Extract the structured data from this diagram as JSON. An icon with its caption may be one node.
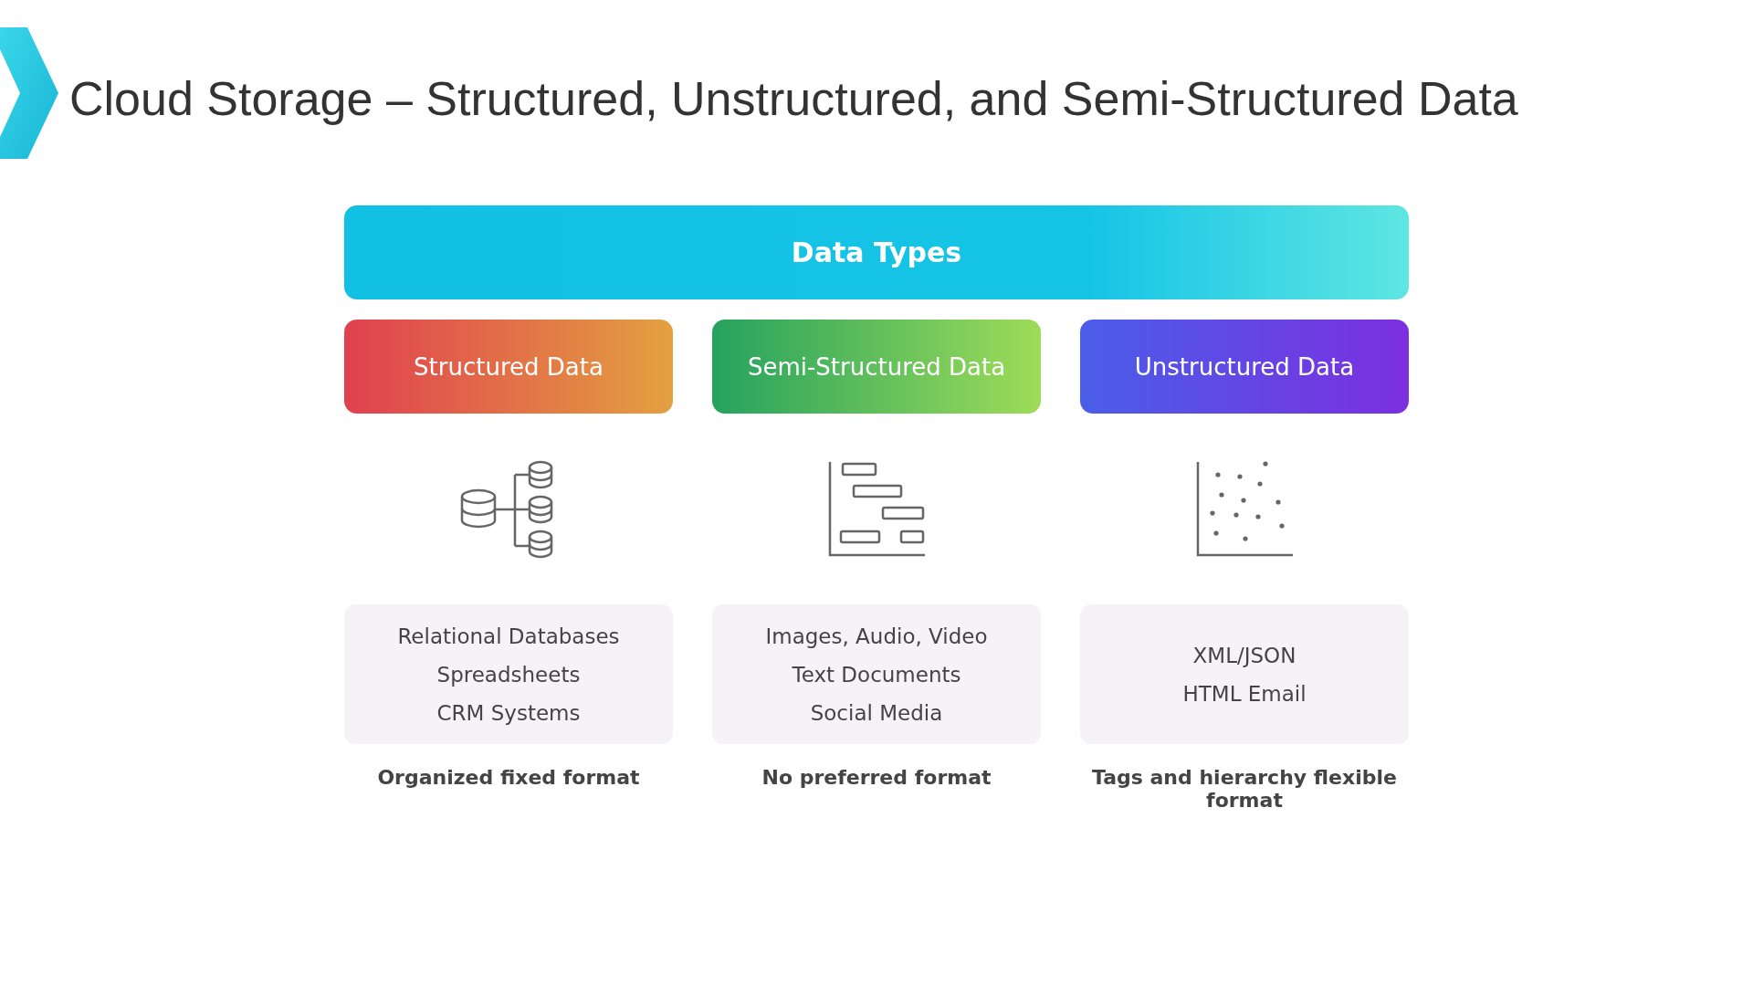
{
  "diagram": {
    "title": "Cloud Storage – Structured, Unstructured, and Semi-Structured Data",
    "nodes": [
      {
        "text": [
          "Data Types"
        ]
      },
      {
        "text": [
          "Structured Data"
        ]
      },
      {
        "text": [
          "Semi-Structured Data"
        ]
      },
      {
        "text": [
          "Unstructured Data"
        ]
      },
      {
        "text": [
          "Relational Databases",
          "Spreadsheets",
          "CRM Systems"
        ],
        "beside": [
          "Organized fixed format"
        ]
      },
      {
        "text": [
          "Images, Audio, Video",
          "Text Documents",
          "Social Media"
        ],
        "beside": [
          "No preferred format"
        ]
      },
      {
        "text": [
          "XML/JSON",
          "HTML Email"
        ],
        "beside": [
          "Tags and hierarchy flexible format"
        ]
      }
    ],
    "edges": []
  }
}
